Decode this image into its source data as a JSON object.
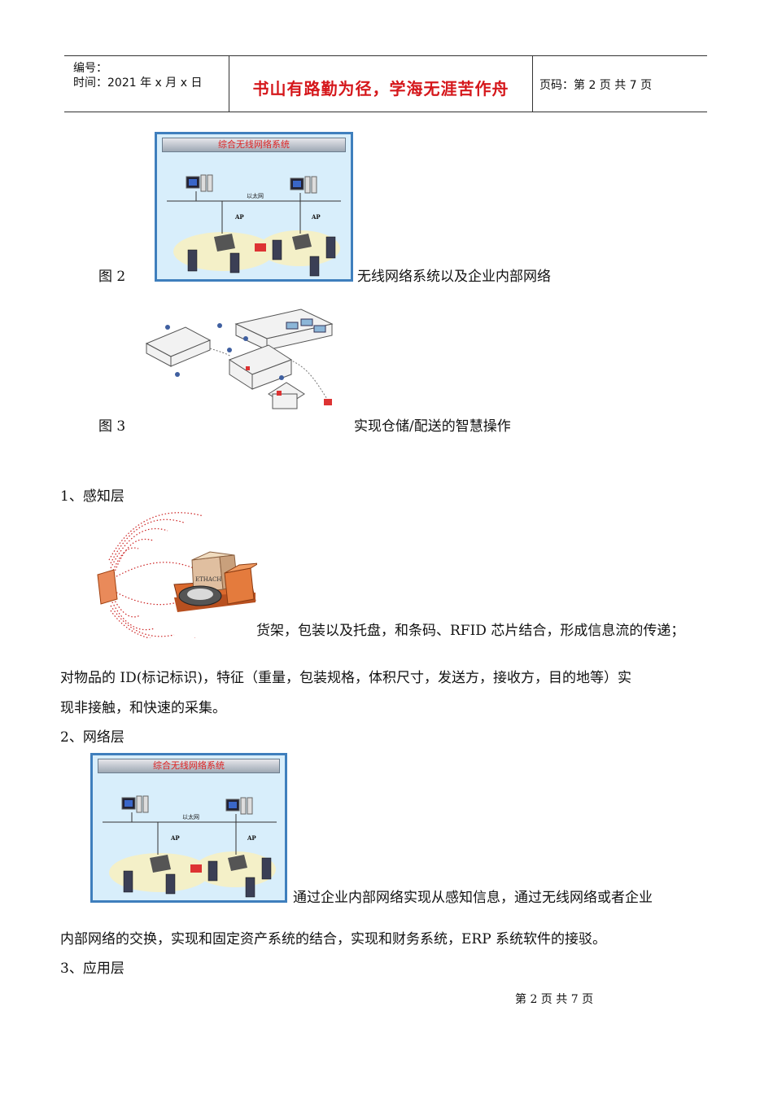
{
  "header": {
    "number_label": "编号：",
    "time_label": "时间：2021 年 x 月 x 日",
    "motto": "书山有路勤为径，学海无涯苦作舟",
    "page_info": "页码：第 2 页  共 7 页"
  },
  "fig2": {
    "label": "图 2",
    "caption": "无线网络系统以及企业内部网络",
    "image_title": "综合无线网络系统",
    "lan_label": "以太网",
    "ap_label": "AP"
  },
  "fig3": {
    "label": "图 3",
    "caption": "实现仓储/配送的智慧操作"
  },
  "sections": {
    "s1_heading": "1、感知层",
    "s1_line1": "货架，包装以及托盘，和条码、RFID 芯片结合，形成信息流的传递；",
    "s1_line2": "对物品的 ID(标记标识)，特征（重量，包装规格，体积尺寸，发送方，接收方，目的地等）实",
    "s1_line3": "现非接触，和快速的采集。",
    "s2_heading": "2、网络层",
    "s2_line1": "通过企业内部网络实现从感知信息，通过无线网络或者企业",
    "s2_line2": "内部网络的交换，实现和固定资产系统的结合，实现和财务系统，ERP 系统软件的接驳。",
    "s3_heading": "3、应用层",
    "pallet_label": "ETHACH"
  },
  "footer": {
    "page": "第 2 页 共 7 页"
  }
}
